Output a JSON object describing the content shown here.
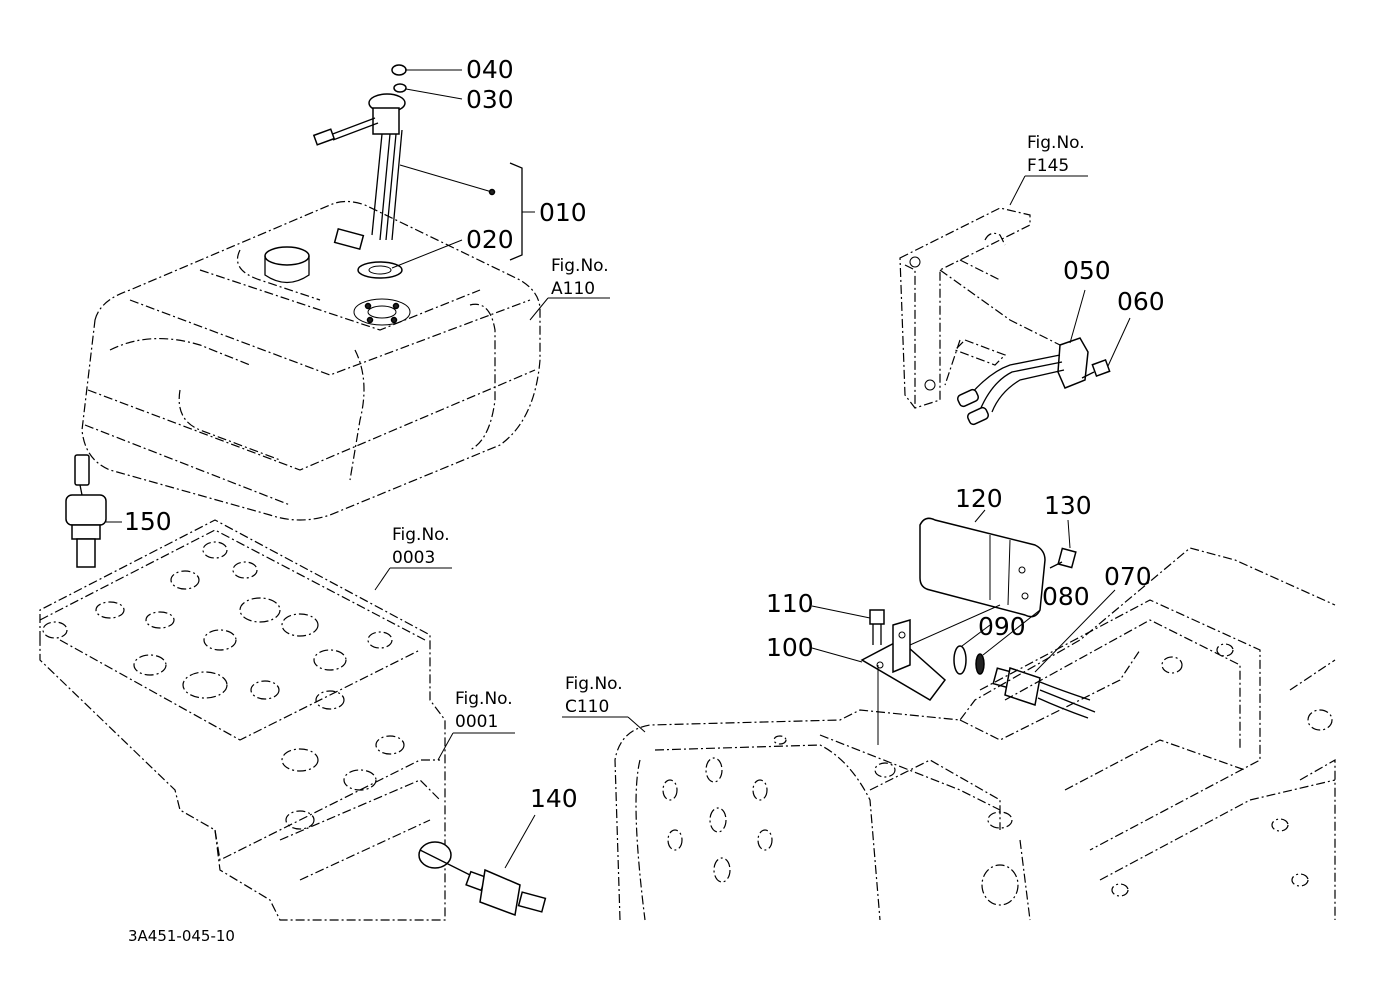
{
  "callouts": {
    "p010": "010",
    "p020": "020",
    "p030": "030",
    "p040": "040",
    "p050": "050",
    "p060": "060",
    "p070": "070",
    "p080": "080",
    "p090": "090",
    "p100": "100",
    "p110": "110",
    "p120": "120",
    "p130": "130",
    "p140": "140",
    "p150": "150"
  },
  "figure_refs": {
    "fig_label": "Fig.No.",
    "a110": "A110",
    "f145": "F145",
    "f0003": "0003",
    "f0001": "0001",
    "c110": "C110"
  },
  "drawing_code": "3A451-045-10"
}
